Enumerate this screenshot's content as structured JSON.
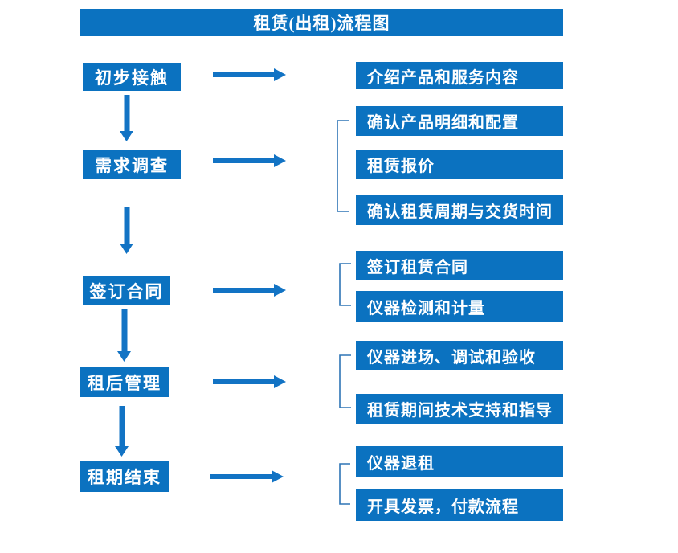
{
  "title": "租赁(出租)流程图",
  "colors": {
    "box_blue": "#0b72c0",
    "arrow_blue": "#1273c4",
    "bracket_blue": "#2e75b6",
    "text_white": "#ffffff",
    "background": "#ffffff"
  },
  "stages": [
    {
      "label": "初步接触",
      "details": [
        "介绍产品和服务内容"
      ]
    },
    {
      "label": "需求调查",
      "details": [
        "确认产品明细和配置",
        "租赁报价",
        "确认租赁周期与交货时间"
      ]
    },
    {
      "label": "签订合同",
      "details": [
        "签订租赁合同",
        "仪器检测和计量"
      ]
    },
    {
      "label": "租后管理",
      "details": [
        "仪器进场、调试和验收",
        "租赁期间技术支持和指导"
      ]
    },
    {
      "label": "租期结束",
      "details": [
        "仪器退租",
        "开具发票，付款流程"
      ]
    }
  ]
}
